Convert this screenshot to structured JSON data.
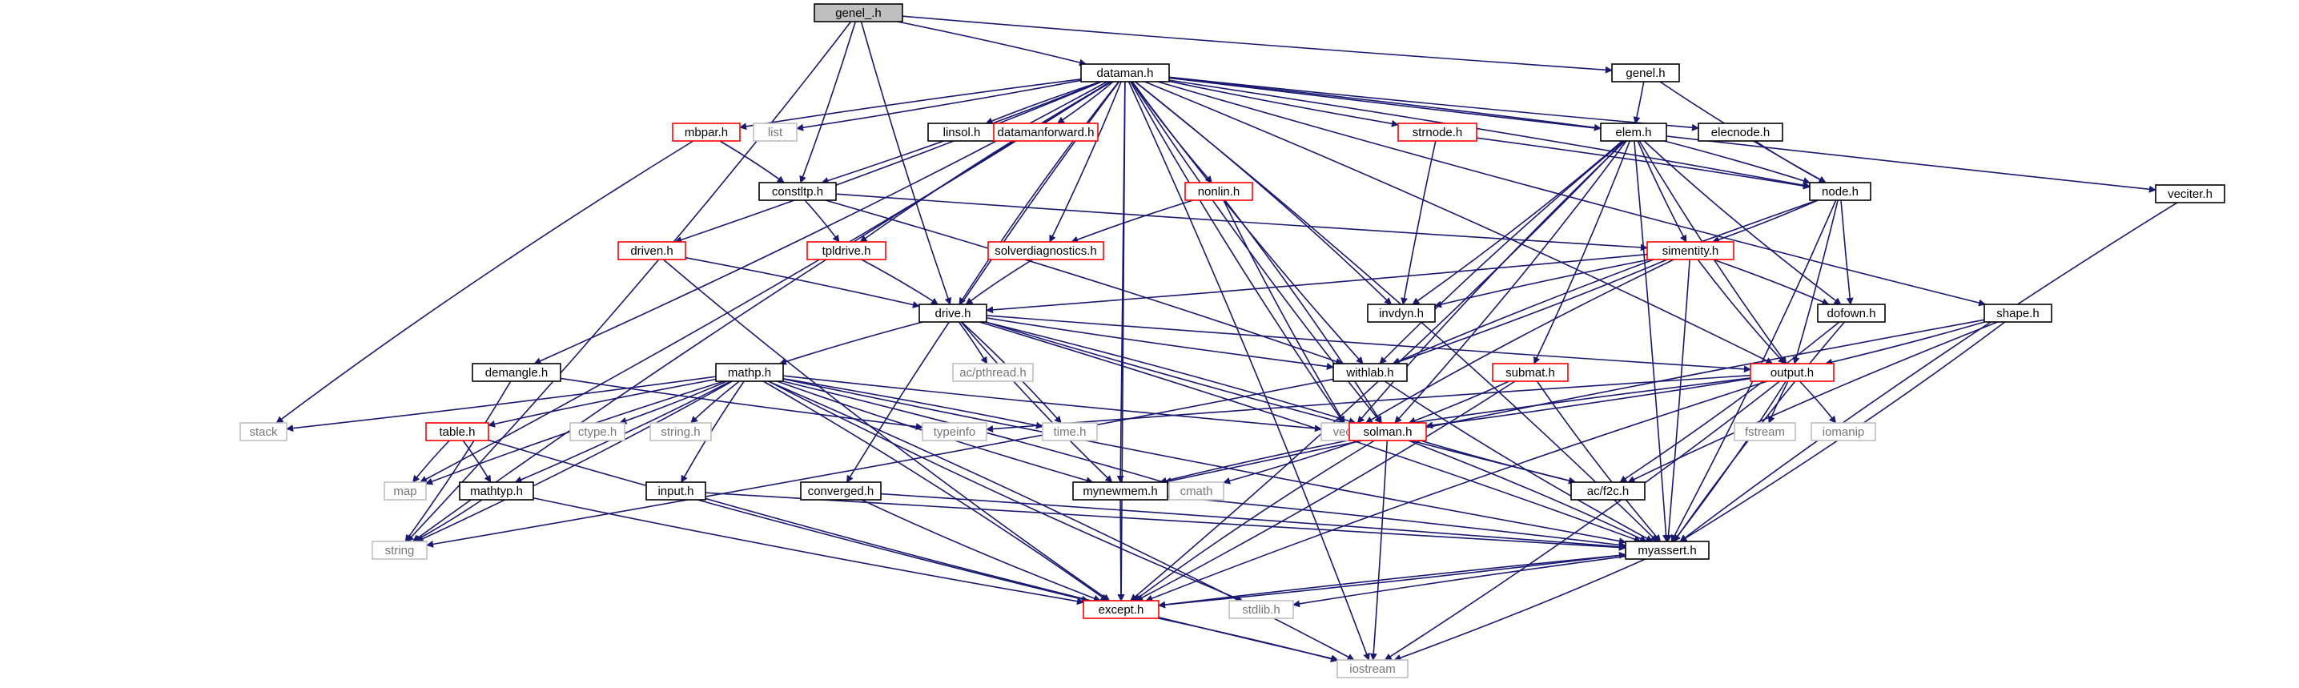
{
  "styles": {
    "edge": "#191970",
    "normal_border": "#000000",
    "incomplete_border": "#ff0000",
    "missing_border": "#bfbfbf",
    "root_fill": "#bfbfbf",
    "fill": "#ffffff",
    "label_normal": "#000000",
    "label_incomplete": "#ff0000",
    "label_missing": "#777777"
  },
  "nodes": [
    {
      "id": "genel_h",
      "label": "genel_.h",
      "kind": "root"
    },
    {
      "id": "dataman",
      "label": "dataman.h",
      "kind": "normal"
    },
    {
      "id": "genel",
      "label": "genel.h",
      "kind": "normal"
    },
    {
      "id": "mbpar",
      "label": "mbpar.h",
      "kind": "incomplete"
    },
    {
      "id": "list",
      "label": "list",
      "kind": "missing"
    },
    {
      "id": "linsol",
      "label": "linsol.h",
      "kind": "normal"
    },
    {
      "id": "datamanforward",
      "label": "datamanforward.h",
      "kind": "incomplete"
    },
    {
      "id": "strnode",
      "label": "strnode.h",
      "kind": "incomplete"
    },
    {
      "id": "elem",
      "label": "elem.h",
      "kind": "normal"
    },
    {
      "id": "elecnode",
      "label": "elecnode.h",
      "kind": "normal"
    },
    {
      "id": "constltp",
      "label": "constltp.h",
      "kind": "normal"
    },
    {
      "id": "nonlin",
      "label": "nonlin.h",
      "kind": "incomplete"
    },
    {
      "id": "node",
      "label": "node.h",
      "kind": "normal"
    },
    {
      "id": "veciter",
      "label": "veciter.h",
      "kind": "normal"
    },
    {
      "id": "driven",
      "label": "driven.h",
      "kind": "incomplete"
    },
    {
      "id": "tpldrive",
      "label": "tpldrive.h",
      "kind": "incomplete"
    },
    {
      "id": "solverdiag",
      "label": "solverdiagnostics.h",
      "kind": "incomplete"
    },
    {
      "id": "simentity",
      "label": "simentity.h",
      "kind": "incomplete"
    },
    {
      "id": "drive",
      "label": "drive.h",
      "kind": "normal"
    },
    {
      "id": "invdyn",
      "label": "invdyn.h",
      "kind": "normal"
    },
    {
      "id": "dofown",
      "label": "dofown.h",
      "kind": "normal"
    },
    {
      "id": "shape",
      "label": "shape.h",
      "kind": "normal"
    },
    {
      "id": "dersangle",
      "label": "demangle.h",
      "kind": "normal"
    },
    {
      "id": "mathp",
      "label": "mathp.h",
      "kind": "normal"
    },
    {
      "id": "acpthread",
      "label": "ac/pthread.h",
      "kind": "missing"
    },
    {
      "id": "withlab",
      "label": "withlab.h",
      "kind": "normal"
    },
    {
      "id": "submat",
      "label": "submat.h",
      "kind": "incomplete"
    },
    {
      "id": "output",
      "label": "output.h",
      "kind": "incomplete"
    },
    {
      "id": "stack",
      "label": "stack",
      "kind": "missing"
    },
    {
      "id": "table",
      "label": "table.h",
      "kind": "incomplete"
    },
    {
      "id": "ctype",
      "label": "ctype.h",
      "kind": "missing"
    },
    {
      "id": "stringh",
      "label": "string.h",
      "kind": "missing"
    },
    {
      "id": "typeinfo",
      "label": "typeinfo",
      "kind": "missing"
    },
    {
      "id": "timeh",
      "label": "time.h",
      "kind": "missing"
    },
    {
      "id": "vector",
      "label": "vector",
      "kind": "missing"
    },
    {
      "id": "fstream",
      "label": "fstream",
      "kind": "missing"
    },
    {
      "id": "iomanip",
      "label": "iomanip",
      "kind": "missing"
    },
    {
      "id": "solman",
      "label": "solman.h",
      "kind": "incomplete"
    },
    {
      "id": "map",
      "label": "map",
      "kind": "missing"
    },
    {
      "id": "mathtyp",
      "label": "mathtyp.h",
      "kind": "normal"
    },
    {
      "id": "input",
      "label": "input.h",
      "kind": "normal"
    },
    {
      "id": "converged",
      "label": "converged.h",
      "kind": "normal"
    },
    {
      "id": "mynewmem",
      "label": "mynewmem.h",
      "kind": "normal"
    },
    {
      "id": "cmath",
      "label": "cmath",
      "kind": "missing"
    },
    {
      "id": "acf2c",
      "label": "ac/f2c.h",
      "kind": "normal"
    },
    {
      "id": "string",
      "label": "string",
      "kind": "missing"
    },
    {
      "id": "myassert",
      "label": "myassert.h",
      "kind": "normal"
    },
    {
      "id": "except",
      "label": "except.h",
      "kind": "incomplete"
    },
    {
      "id": "stdlib",
      "label": "stdlib.h",
      "kind": "missing"
    },
    {
      "id": "iostream",
      "label": "iostream",
      "kind": "missing"
    }
  ],
  "edges": [
    [
      "genel_h",
      "dataman"
    ],
    [
      "genel_h",
      "genel"
    ],
    [
      "genel_h",
      "constltp"
    ],
    [
      "genel_h",
      "drive"
    ],
    [
      "genel_h",
      "string"
    ],
    [
      "dataman",
      "mbpar"
    ],
    [
      "dataman",
      "list"
    ],
    [
      "dataman",
      "linsol"
    ],
    [
      "dataman",
      "datamanforward"
    ],
    [
      "dataman",
      "strnode"
    ],
    [
      "dataman",
      "elem"
    ],
    [
      "dataman",
      "elecnode"
    ],
    [
      "dataman",
      "constltp"
    ],
    [
      "dataman",
      "nonlin"
    ],
    [
      "dataman",
      "node"
    ],
    [
      "dataman",
      "veciter"
    ],
    [
      "dataman",
      "driven"
    ],
    [
      "dataman",
      "tpldrive"
    ],
    [
      "dataman",
      "solverdiag"
    ],
    [
      "dataman",
      "drive"
    ],
    [
      "dataman",
      "invdyn"
    ],
    [
      "dataman",
      "shape"
    ],
    [
      "dataman",
      "dersangle"
    ],
    [
      "dataman",
      "withlab"
    ],
    [
      "dataman",
      "output"
    ],
    [
      "dataman",
      "solman"
    ],
    [
      "dataman",
      "mynewmem"
    ],
    [
      "dataman",
      "converged"
    ],
    [
      "dataman",
      "map"
    ],
    [
      "dataman",
      "string"
    ],
    [
      "dataman",
      "myassert"
    ],
    [
      "dataman",
      "except"
    ],
    [
      "dataman",
      "iostream"
    ],
    [
      "dataman",
      "vector"
    ],
    [
      "genel",
      "elem"
    ],
    [
      "genel",
      "node"
    ],
    [
      "mbpar",
      "constltp"
    ],
    [
      "mbpar",
      "stack"
    ],
    [
      "strnode",
      "node"
    ],
    [
      "strnode",
      "invdyn"
    ],
    [
      "elem",
      "node"
    ],
    [
      "elem",
      "simentity"
    ],
    [
      "elem",
      "invdyn"
    ],
    [
      "elem",
      "withlab"
    ],
    [
      "elem",
      "submat"
    ],
    [
      "elem",
      "output"
    ],
    [
      "elem",
      "solman"
    ],
    [
      "elem",
      "vector"
    ],
    [
      "elem",
      "except"
    ],
    [
      "elem",
      "dofown"
    ],
    [
      "elem",
      "myassert"
    ],
    [
      "elecnode",
      "node"
    ],
    [
      "constltp",
      "tpldrive"
    ],
    [
      "constltp",
      "simentity"
    ],
    [
      "constltp",
      "withlab"
    ],
    [
      "nonlin",
      "solverdiag"
    ],
    [
      "nonlin",
      "solman"
    ],
    [
      "nonlin",
      "vector"
    ],
    [
      "node",
      "simentity"
    ],
    [
      "node",
      "dofown"
    ],
    [
      "node",
      "output"
    ],
    [
      "node",
      "withlab"
    ],
    [
      "node",
      "myassert"
    ],
    [
      "veciter",
      "myassert"
    ],
    [
      "driven",
      "drive"
    ],
    [
      "driven",
      "except"
    ],
    [
      "tpldrive",
      "drive"
    ],
    [
      "solverdiag",
      "drive"
    ],
    [
      "simentity",
      "drive"
    ],
    [
      "simentity",
      "invdyn"
    ],
    [
      "simentity",
      "dofown"
    ],
    [
      "simentity",
      "output"
    ],
    [
      "simentity",
      "withlab"
    ],
    [
      "simentity",
      "vector"
    ],
    [
      "simentity",
      "myassert"
    ],
    [
      "drive",
      "mathp"
    ],
    [
      "drive",
      "acpthread"
    ],
    [
      "drive",
      "withlab"
    ],
    [
      "drive",
      "timeh"
    ],
    [
      "drive",
      "output"
    ],
    [
      "drive",
      "solman"
    ],
    [
      "drive",
      "mynewmem"
    ],
    [
      "drive",
      "myassert"
    ],
    [
      "drive",
      "acf2c"
    ],
    [
      "dofown",
      "acf2c"
    ],
    [
      "dofown",
      "myassert"
    ],
    [
      "shape",
      "output"
    ],
    [
      "shape",
      "acf2c"
    ],
    [
      "shape",
      "myassert"
    ],
    [
      "shape",
      "mynewmem"
    ],
    [
      "dersangle",
      "string"
    ],
    [
      "dersangle",
      "typeinfo"
    ],
    [
      "mathp",
      "stack"
    ],
    [
      "mathp",
      "table"
    ],
    [
      "mathp",
      "ctype"
    ],
    [
      "mathp",
      "stringh"
    ],
    [
      "mathp",
      "timeh"
    ],
    [
      "mathp",
      "input"
    ],
    [
      "mathp",
      "mathtyp"
    ],
    [
      "mathp",
      "map"
    ],
    [
      "mathp",
      "string"
    ],
    [
      "mathp",
      "mynewmem"
    ],
    [
      "mathp",
      "cmath"
    ],
    [
      "mathp",
      "myassert"
    ],
    [
      "mathp",
      "except"
    ],
    [
      "mathp",
      "stdlib"
    ],
    [
      "mathp",
      "iostream"
    ],
    [
      "mathp",
      "vector"
    ],
    [
      "withlab",
      "string"
    ],
    [
      "withlab",
      "myassert"
    ],
    [
      "submat",
      "solman"
    ],
    [
      "submat",
      "myassert"
    ],
    [
      "submat",
      "except"
    ],
    [
      "output",
      "fstream"
    ],
    [
      "output",
      "iomanip"
    ],
    [
      "output",
      "vector"
    ],
    [
      "output",
      "solman"
    ],
    [
      "output",
      "typeinfo"
    ],
    [
      "output",
      "myassert"
    ],
    [
      "output",
      "except"
    ],
    [
      "output",
      "iostream"
    ],
    [
      "solman",
      "mynewmem"
    ],
    [
      "solman",
      "cmath"
    ],
    [
      "solman",
      "acf2c"
    ],
    [
      "solman",
      "myassert"
    ],
    [
      "solman",
      "except"
    ],
    [
      "solman",
      "iostream"
    ],
    [
      "table",
      "map"
    ],
    [
      "table",
      "mathtyp"
    ],
    [
      "table",
      "except"
    ],
    [
      "mathtyp",
      "string"
    ],
    [
      "mathtyp",
      "except"
    ],
    [
      "input",
      "myassert"
    ],
    [
      "input",
      "iostream"
    ],
    [
      "converged",
      "myassert"
    ],
    [
      "converged",
      "except"
    ],
    [
      "mynewmem",
      "myassert"
    ],
    [
      "mynewmem",
      "except"
    ],
    [
      "myassert",
      "except"
    ],
    [
      "myassert",
      "stdlib"
    ],
    [
      "myassert",
      "iostream"
    ],
    [
      "except",
      "myassert"
    ],
    [
      "except",
      "iostream"
    ]
  ]
}
